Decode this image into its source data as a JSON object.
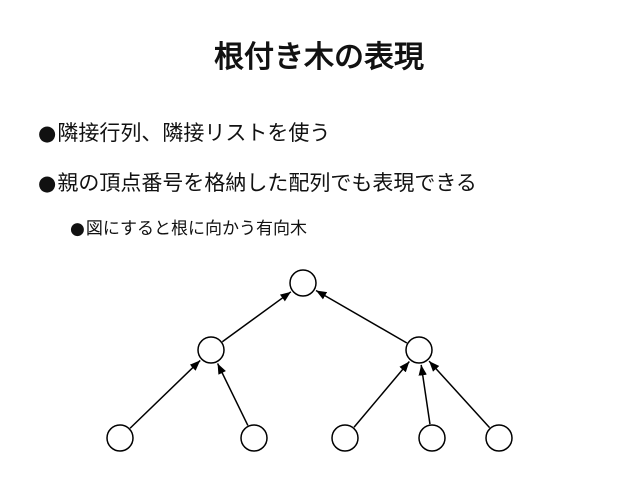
{
  "slide": {
    "title": "根付き木の表現",
    "bullets": [
      {
        "marker": "●",
        "text": "隣接行列、隣接リストを使う"
      },
      {
        "marker": "●",
        "text": "親の頂点番号を格納した配列でも表現できる"
      },
      {
        "marker": "●",
        "text": "図にすると根に向かう有向木"
      }
    ]
  },
  "tree": {
    "description_type": "directed rooted tree, edges point child → parent",
    "nodes": [
      "root",
      "left",
      "right",
      "l1",
      "l2",
      "r1",
      "r2",
      "r3"
    ],
    "edges": [
      {
        "from": "left",
        "to": "root"
      },
      {
        "from": "right",
        "to": "root"
      },
      {
        "from": "l1",
        "to": "left"
      },
      {
        "from": "l2",
        "to": "left"
      },
      {
        "from": "r1",
        "to": "right"
      },
      {
        "from": "r2",
        "to": "right"
      },
      {
        "from": "r3",
        "to": "right"
      }
    ]
  }
}
